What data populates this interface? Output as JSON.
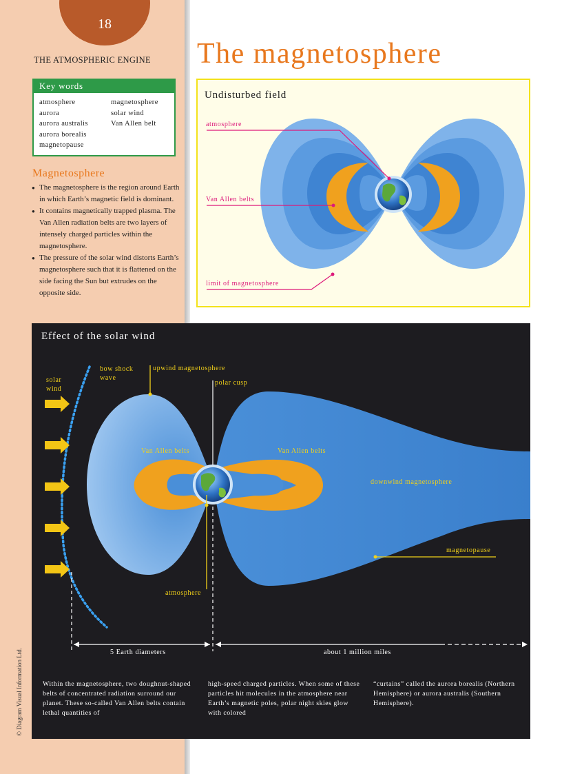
{
  "page": {
    "number": "18",
    "section": "THE ATMOSPHERIC ENGINE",
    "title": "The magnetosphere",
    "copyright": "© Diagram Visual Information Ltd."
  },
  "keywords": {
    "heading": "Key words",
    "column1": [
      "atmosphere",
      "aurora",
      "aurora australis",
      "aurora borealis",
      "magnetopause"
    ],
    "column2": [
      "magnetosphere",
      "solar wind",
      "Van Allen belt"
    ]
  },
  "magnetosphere_section": {
    "heading": "Magnetosphere",
    "bullets": [
      "The magnetosphere is the region around Earth in which Earth’s magnetic field is dominant.",
      "It contains magnetically trapped plasma. The Van Allen radiation belts are two layers of intensely charged particles within the magnetosphere.",
      "The pressure of the solar wind distorts Earth’s magnetosphere such that it is flattened on the side facing the Sun but extrudes on the opposite side."
    ]
  },
  "undisturbed": {
    "title": "Undisturbed field",
    "labels": {
      "atmosphere": "atmosphere",
      "van_allen": "Van Allen belts",
      "limit": "limit of magnetosphere"
    }
  },
  "solar_wind": {
    "title": "Effect of the solar wind",
    "labels": {
      "solar_wind": [
        "solar",
        "wind"
      ],
      "bow_shock": [
        "bow shock",
        "wave"
      ],
      "upwind": "upwind magnetosphere",
      "polar_cusp": "polar cusp",
      "van_allen_left": "Van Allen belts",
      "van_allen_right": "Van Allen belts",
      "downwind": "downwind magnetosphere",
      "magnetopause": "magnetopause",
      "atmosphere": "atmosphere",
      "earth_diameters": "5 Earth diameters",
      "million_miles": "about 1 million miles"
    },
    "paragraphs": [
      "Within the magnetosphere, two doughnut-shaped belts of concentrated radiation surround our planet. These so-called Van Allen belts contain lethal quantities of",
      "high-speed charged particles. When some of these particles hit molecules in the atmosphere near Earth’s magnetic poles, polar night skies glow with colored",
      "“curtains” called the aurora borealis (Northern Hemisphere) or aurora australis (Southern Hemisphere)."
    ]
  },
  "colors": {
    "title_orange": "#e8781e",
    "key_green": "#2e9a48",
    "label_pink": "#dd1a7a",
    "label_yellow": "#f3d21a",
    "belt_orange": "#f0a11e",
    "field_blue": "#4a8fd8"
  }
}
